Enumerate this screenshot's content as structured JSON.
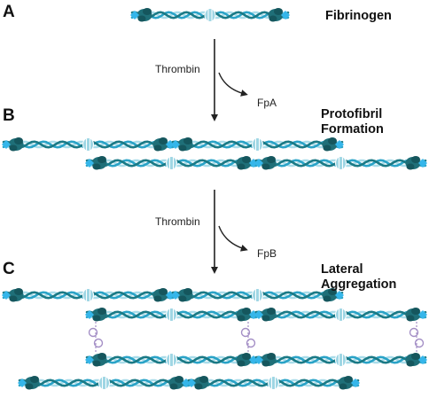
{
  "panels": {
    "a": {
      "letter": "A",
      "title": "Fibrinogen"
    },
    "b": {
      "letter": "B",
      "title_line1": "Protofibril",
      "title_line2": "Formation"
    },
    "c": {
      "letter": "C",
      "title_line1": "Lateral",
      "title_line2": "Aggregation"
    }
  },
  "step1": {
    "enzyme": "Thrombin",
    "released": "FpA"
  },
  "step2": {
    "enzyme": "Thrombin",
    "released": "FpB"
  },
  "colors": {
    "strand_dark": "#1b7a86",
    "strand_mid": "#2aa3c7",
    "strand_light": "#a9dce9",
    "d_domain": "#1f6f78",
    "d_domain_dark": "#15565d",
    "e_domain": "#9fd6e4",
    "end_blue": "#35b6ea",
    "crosslink": "#a48fc6",
    "arrow": "#222222"
  },
  "icons": {
    "fibrin_molecule": "fibrin-molecule-icon",
    "crosslink": "crosslink-icon",
    "arrow": "arrow-down-icon"
  }
}
